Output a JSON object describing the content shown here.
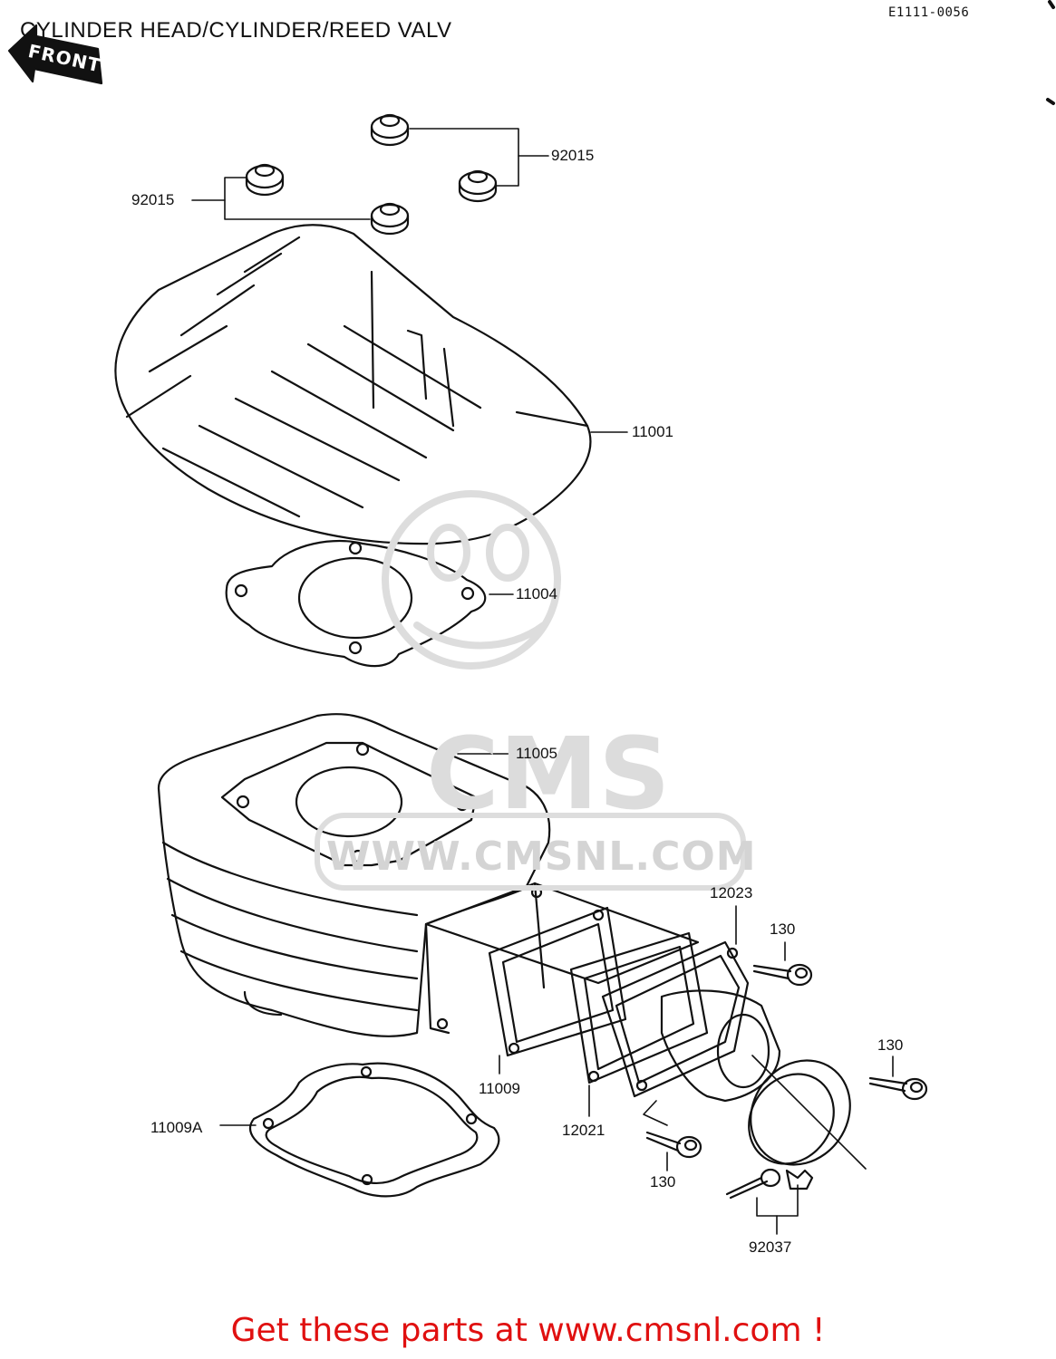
{
  "title": "CYLINDER HEAD/CYLINDER/REED VALV",
  "diagram_code": "E1111-0056",
  "front_label": "FRONT",
  "watermark": {
    "logo": "CMS",
    "url": "WWW.CMSNL.COM"
  },
  "callouts": {
    "nut_right": "92015",
    "nut_left": "92015",
    "cylinder_head": "11001",
    "head_gasket": "11004",
    "cylinder": "11005",
    "reed_holder": "12023",
    "bolt_top": "130",
    "bolt_right": "130",
    "reed_gasket": "11009",
    "reed_valve": "12021",
    "base_gasket": "11009A",
    "bolt_bottom": "130",
    "clamp": "92037"
  },
  "cta": "Get these parts at www.cmsnl.com !"
}
